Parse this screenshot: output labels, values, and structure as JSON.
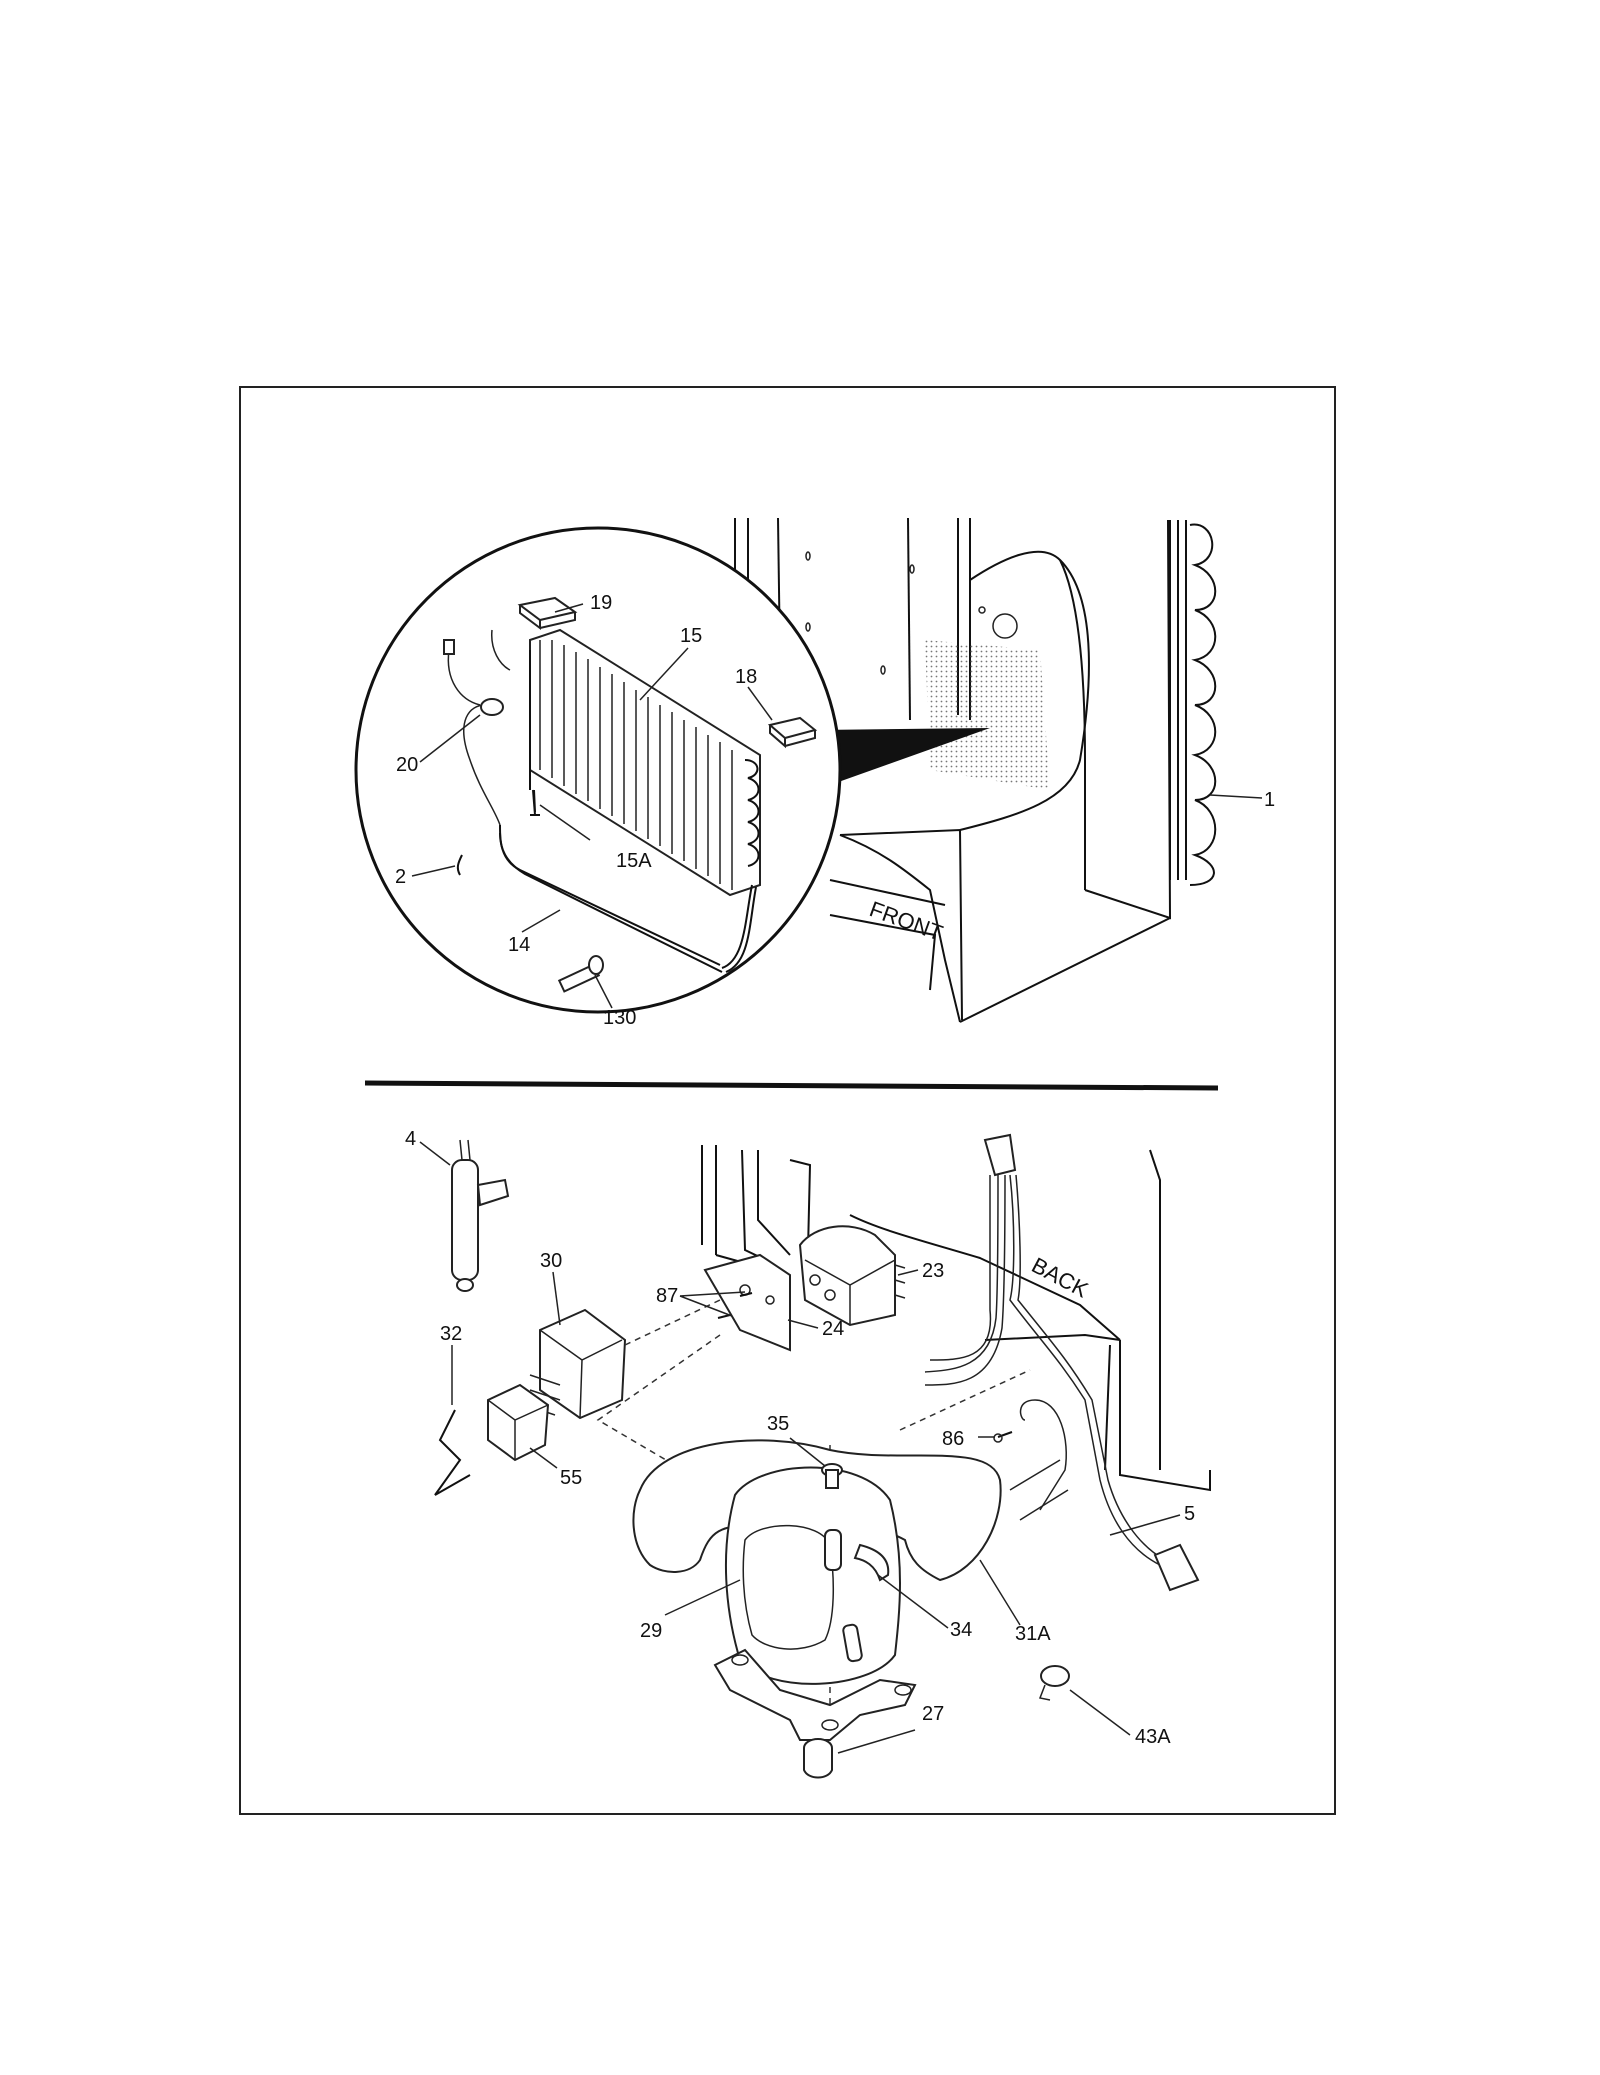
{
  "labels": {
    "l19": "19",
    "l15": "15",
    "l18": "18",
    "l20": "20",
    "l1": "1",
    "l2": "2",
    "l15A": "15A",
    "l14": "14",
    "l130": "130",
    "front": "FRONT",
    "l4": "4",
    "l30": "30",
    "l87": "87",
    "l23": "23",
    "back": "BACK",
    "l24": "24",
    "l32": "32",
    "l35": "35",
    "l86": "86",
    "l55": "55",
    "l5": "5",
    "l29": "29",
    "l34": "34",
    "l31A": "31A",
    "l27": "27",
    "l43A": "43A"
  }
}
